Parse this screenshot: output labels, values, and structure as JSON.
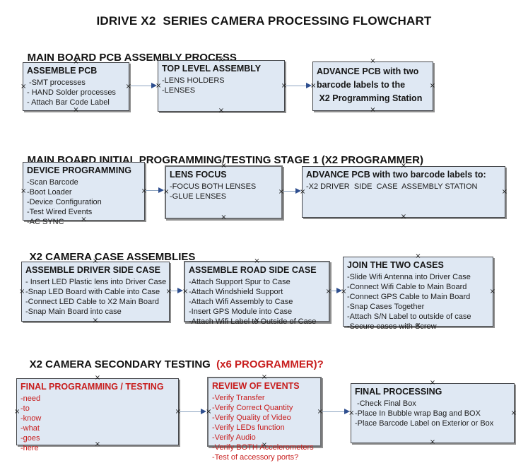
{
  "title": "IDRIVE X2  SERIES CAMERA PROCESSING FLOWCHART",
  "glyphs": {
    "anchor": "×"
  },
  "colors": {
    "box_fill": "#dfe8f3",
    "box_border": "#45474b",
    "arrow_line": "#8ca3bf",
    "arrow_head": "#2f4f8f",
    "red_text": "#c81e1e"
  },
  "sections": [
    {
      "heading": "MAIN BOARD PCB ASSEMBLY PROCESS",
      "boxes": [
        {
          "title": "ASSEMBLE PCB",
          "items": [
            " -SMT processes",
            "- HAND Solder processes",
            "- Attach Bar Code Label"
          ]
        },
        {
          "title": "TOP LEVEL ASSEMBLY",
          "items": [
            "-LENS HOLDERS",
            "-LENSES"
          ]
        },
        {
          "title_lines": [
            "ADVANCE PCB with two",
            "barcode labels to the",
            " X2 Programming Station"
          ]
        }
      ]
    },
    {
      "heading": "MAIN BOARD INITIAL PROGRAMMING/TESTING STAGE 1 (X2 PROGRAMMER)",
      "boxes": [
        {
          "title": "DEVICE PROGRAMMING",
          "items": [
            "-Scan Barcode",
            "-Boot Loader",
            "-Device Configuration",
            "-Test Wired Events",
            "-AC SYNC"
          ]
        },
        {
          "title": "LENS FOCUS",
          "items": [
            "-FOCUS BOTH LENSES",
            "-GLUE LENSES"
          ]
        },
        {
          "title": "ADVANCE PCB with two barcode labels to:",
          "items": [
            "-X2 DRIVER  SIDE  CASE  ASSEMBLY STATION"
          ]
        }
      ]
    },
    {
      "heading": "X2 CAMERA CASE ASSEMBLIES",
      "boxes": [
        {
          "title": "ASSEMBLE DRIVER SIDE CASE",
          "items": [
            "- Insert LED Plastic lens into Driver Case",
            "-Snap LED Board with Cable into Case",
            "-Connect LED Cable to X2 Main Board",
            "-Snap Main Board into case"
          ]
        },
        {
          "title": "ASSEMBLE ROAD SIDE CASE",
          "items": [
            "-Attach Support Spur to Case",
            "-Attach Windshield Support",
            "-Attach Wifi Assembly to Case",
            "-Insert GPS Module into Case",
            "-Attach Wifi Label to Outside of Case"
          ]
        },
        {
          "title": "JOIN THE TWO CASES",
          "items": [
            "-Slide Wifi Antenna into Driver Case",
            "-Connect Wifi Cable to Main Board",
            "-Connect GPS Cable to Main Board",
            "-Snap Cases Together",
            "-Attach S/N Label to outside of case",
            "-Secure cases with Screw"
          ]
        }
      ]
    },
    {
      "heading": "X2 CAMERA SECONDARY TESTING  ",
      "heading_red": "(x6 PROGRAMMER)?",
      "boxes": [
        {
          "title": "FINAL PROGRAMMING / TESTING",
          "items": [
            "-need",
            "-to",
            "-know",
            "-what",
            "-goes",
            "-here"
          ]
        },
        {
          "title": "REVIEW OF EVENTS",
          "items": [
            "-Verify Transfer",
            "-Verify Correct Quantity",
            "-Verify Quality of Video",
            "-Verify LEDs function",
            "-Verify Audio",
            "-Verify BOTH Accelerometers",
            "-Test of accessory ports?"
          ]
        },
        {
          "title": "FINAL PROCESSING",
          "items": [
            " -Check Final Box",
            "-Place In Bubble wrap Bag and BOX",
            "-Place Barcode Label on Exterior or Box"
          ]
        }
      ]
    }
  ]
}
